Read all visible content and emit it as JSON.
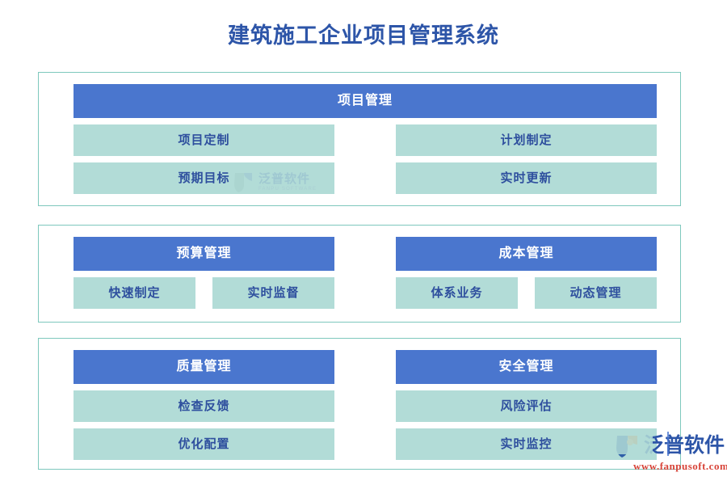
{
  "title": "建筑施工企业项目管理系统",
  "colors": {
    "title": "#2d55a8",
    "header_blue": "#4a76ce",
    "cell_mint": "#b2dcd7",
    "cell_text": "#2e4f9e",
    "panel_border": "#7ec8bd",
    "logo_red": "#d8453a",
    "page_bg": "#ffffff"
  },
  "panels": [
    {
      "layout": "full-header-two-columns",
      "groups": [
        {
          "header": "项目管理",
          "columns": [
            {
              "cells": [
                "项目定制",
                "预期目标"
              ]
            },
            {
              "cells": [
                "计划制定",
                "实时更新"
              ]
            }
          ]
        }
      ]
    },
    {
      "layout": "two-groups-paired-cells",
      "groups": [
        {
          "header": "预算管理",
          "cells": [
            "快速制定",
            "实时监督"
          ]
        },
        {
          "header": "成本管理",
          "cells": [
            "体系业务",
            "动态管理"
          ]
        }
      ]
    },
    {
      "layout": "two-groups-stacked-cells",
      "groups": [
        {
          "header": "质量管理",
          "cells": [
            "检查反馈",
            "优化配置"
          ]
        },
        {
          "header": "安全管理",
          "cells": [
            "风险评估",
            "实时监控"
          ]
        }
      ]
    }
  ],
  "watermark_center": {
    "cn": "泛普软件",
    "en": "FANPU SOFTWARE"
  },
  "logo": {
    "cn": "泛普软件",
    "url": "www.fanpusoft.com"
  }
}
